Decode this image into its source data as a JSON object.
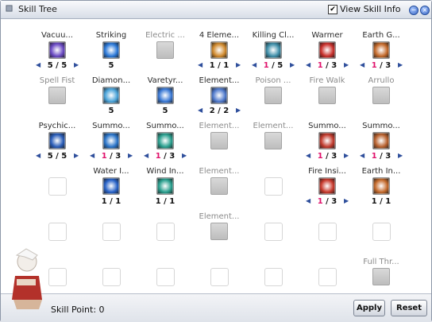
{
  "window": {
    "title": "Skill Tree",
    "view_skill_info_label": "View Skill Info",
    "view_skill_info_checked": "✔"
  },
  "skills": [
    {
      "name": "Vacuu...",
      "level": "5 / 5",
      "cur": "",
      "max": "",
      "enabled": true,
      "arrows": true,
      "color": "#6b4bc4"
    },
    {
      "name": "Striking",
      "level": "5",
      "enabled": true,
      "arrows": false,
      "color": "#2c79d8"
    },
    {
      "name": "Electric ...",
      "level": "",
      "enabled": false,
      "arrows": false,
      "color": "#bdbdbd"
    },
    {
      "name": "4 Eleme...",
      "level": "1 / 1",
      "enabled": true,
      "arrows": true,
      "color": "#d08a2e"
    },
    {
      "name": "Killing Cl...",
      "cur": "1",
      "max": " / 5",
      "enabled": true,
      "arrows": true,
      "color": "#3f8fa9"
    },
    {
      "name": "Warmer",
      "cur": "1",
      "max": " / 3",
      "enabled": true,
      "arrows": true,
      "color": "#c9302c"
    },
    {
      "name": "Earth G...",
      "cur": "1",
      "max": " / 3",
      "enabled": true,
      "arrows": true,
      "color": "#c46a2c"
    },
    {
      "name": "Spell Fist",
      "level": "",
      "enabled": false,
      "arrows": false,
      "color": "#bdbdbd"
    },
    {
      "name": "Diamon...",
      "level": "5",
      "enabled": true,
      "arrows": false,
      "color": "#4aa3d9"
    },
    {
      "name": "Varetyr...",
      "level": "5",
      "enabled": true,
      "arrows": false,
      "color": "#3b7ad6"
    },
    {
      "name": "Element...",
      "level": "2 / 2",
      "enabled": true,
      "arrows": true,
      "color": "#4f79cc"
    },
    {
      "name": "Poison ...",
      "level": "",
      "enabled": false,
      "arrows": false,
      "color": "#bdbdbd"
    },
    {
      "name": "Fire Walk",
      "level": "",
      "enabled": false,
      "arrows": false,
      "color": "#bdbdbd"
    },
    {
      "name": "Arrullo",
      "level": "",
      "enabled": false,
      "arrows": false,
      "color": "#bdbdbd"
    },
    {
      "name": "Psychic...",
      "level": "5 / 5",
      "enabled": true,
      "arrows": true,
      "color": "#2a5db8"
    },
    {
      "name": "Summo...",
      "cur": "1",
      "max": " / 3",
      "enabled": true,
      "arrows": true,
      "color": "#2a74c8"
    },
    {
      "name": "Summo...",
      "cur": "1",
      "max": " / 3",
      "enabled": true,
      "arrows": true,
      "color": "#2aa08f"
    },
    {
      "name": "Element...",
      "level": "",
      "enabled": false,
      "arrows": false,
      "color": "#bdbdbd"
    },
    {
      "name": "Element...",
      "level": "",
      "enabled": false,
      "arrows": false,
      "color": "#bdbdbd"
    },
    {
      "name": "Summo...",
      "cur": "1",
      "max": " / 3",
      "enabled": true,
      "arrows": true,
      "color": "#c13a2d"
    },
    {
      "name": "Summo...",
      "cur": "1",
      "max": " / 3",
      "enabled": true,
      "arrows": true,
      "color": "#b8612e"
    },
    {
      "name": "",
      "level": "",
      "empty": true
    },
    {
      "name": "Water I...",
      "level": "1 / 1",
      "enabled": true,
      "arrows": false,
      "color": "#2862c7"
    },
    {
      "name": "Wind In...",
      "level": "1 / 1",
      "enabled": true,
      "arrows": false,
      "color": "#2aa08f"
    },
    {
      "name": "Element...",
      "level": "",
      "enabled": false,
      "arrows": false,
      "color": "#bdbdbd"
    },
    {
      "name": "",
      "level": "",
      "empty": true
    },
    {
      "name": "Fire Insi...",
      "cur": "1",
      "max": " / 3",
      "enabled": true,
      "arrows": true,
      "color": "#c83a2d"
    },
    {
      "name": "Earth In...",
      "level": "1 / 1",
      "enabled": true,
      "arrows": false,
      "color": "#c46a2c"
    },
    {
      "name": "",
      "level": "",
      "empty": true
    },
    {
      "name": "",
      "level": "",
      "empty": true
    },
    {
      "name": "",
      "level": "",
      "empty": true
    },
    {
      "name": "Element...",
      "level": "",
      "enabled": false,
      "arrows": false,
      "color": "#bdbdbd"
    },
    {
      "name": "",
      "level": "",
      "empty": true
    },
    {
      "name": "",
      "level": "",
      "empty": true
    },
    {
      "name": "",
      "level": "",
      "empty": true
    },
    {
      "name": "",
      "level": "",
      "empty": true
    },
    {
      "name": "",
      "level": "",
      "empty": true
    },
    {
      "name": "",
      "level": "",
      "empty": true
    },
    {
      "name": "",
      "level": "",
      "empty": true
    },
    {
      "name": "",
      "level": "",
      "empty": true
    },
    {
      "name": "",
      "level": "",
      "empty": true
    },
    {
      "name": "Full Thr...",
      "level": "",
      "enabled": false,
      "arrows": false,
      "color": "#bdbdbd"
    }
  ],
  "footer": {
    "skill_point_label": "Skill Point: 0",
    "apply_label": "Apply",
    "reset_label": "Reset"
  }
}
